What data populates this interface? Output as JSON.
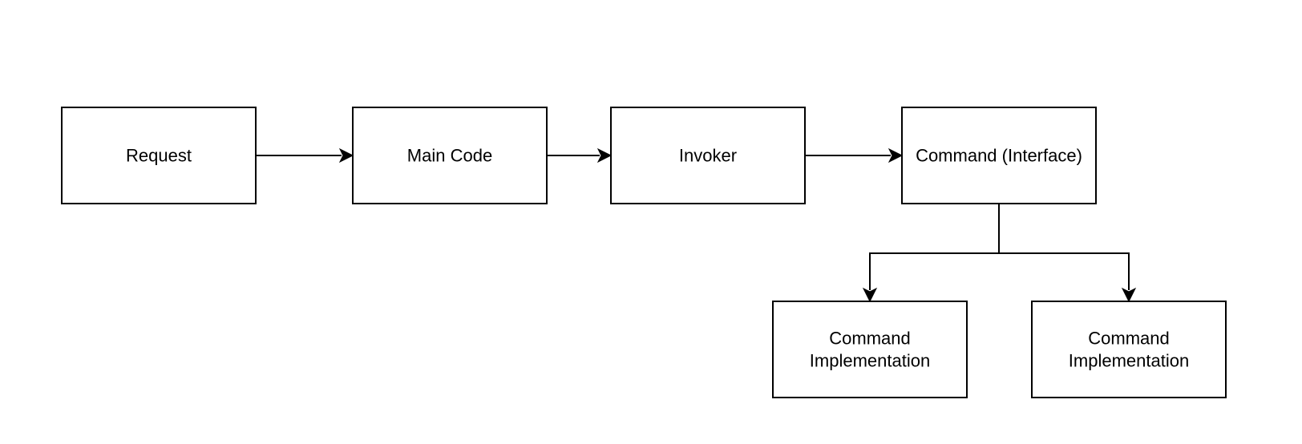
{
  "diagram": {
    "nodes": [
      {
        "id": "request",
        "lines": [
          "Request"
        ]
      },
      {
        "id": "main_code",
        "lines": [
          "Main Code"
        ]
      },
      {
        "id": "invoker",
        "lines": [
          "Invoker"
        ]
      },
      {
        "id": "command_interface",
        "lines": [
          "Command (Interface)"
        ]
      },
      {
        "id": "command_impl_1",
        "lines": [
          "Command",
          "Implementation"
        ]
      },
      {
        "id": "command_impl_2",
        "lines": [
          "Command",
          "Implementation"
        ]
      }
    ],
    "edges": [
      {
        "from": "request",
        "to": "main_code"
      },
      {
        "from": "main_code",
        "to": "invoker"
      },
      {
        "from": "invoker",
        "to": "command_interface"
      },
      {
        "from": "command_interface",
        "to": "command_impl_1"
      },
      {
        "from": "command_interface",
        "to": "command_impl_2"
      }
    ],
    "colors": {
      "stroke": "#000000",
      "fill": "#ffffff",
      "text": "#000000"
    }
  }
}
